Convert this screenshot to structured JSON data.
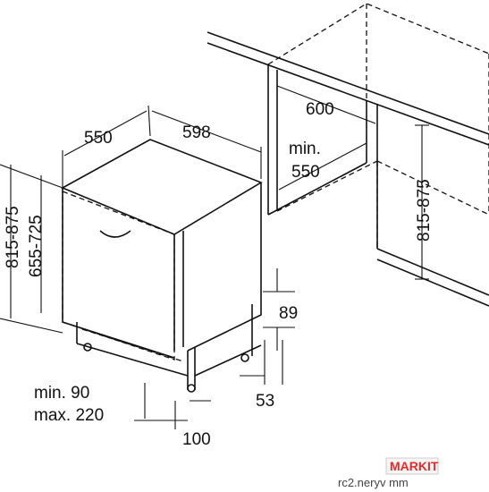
{
  "dimensions": {
    "depth_550": "550",
    "width_598": "598",
    "niche_width": "600",
    "niche_min_depth_line1": "min.",
    "niche_min_depth_line2": "550",
    "niche_height": "815-875",
    "height_left": "815-875",
    "door_height": "655-725",
    "plinth_89": "89",
    "foot_53": "53",
    "plinth_min": "min. 90",
    "plinth_max": "max. 220",
    "depth_100": "100"
  },
  "footer": {
    "caption_fragment": "rc2.neryv mm",
    "watermark": "MARKIT"
  },
  "colors": {
    "line": "#111111",
    "watermark": "#e32b2b"
  }
}
